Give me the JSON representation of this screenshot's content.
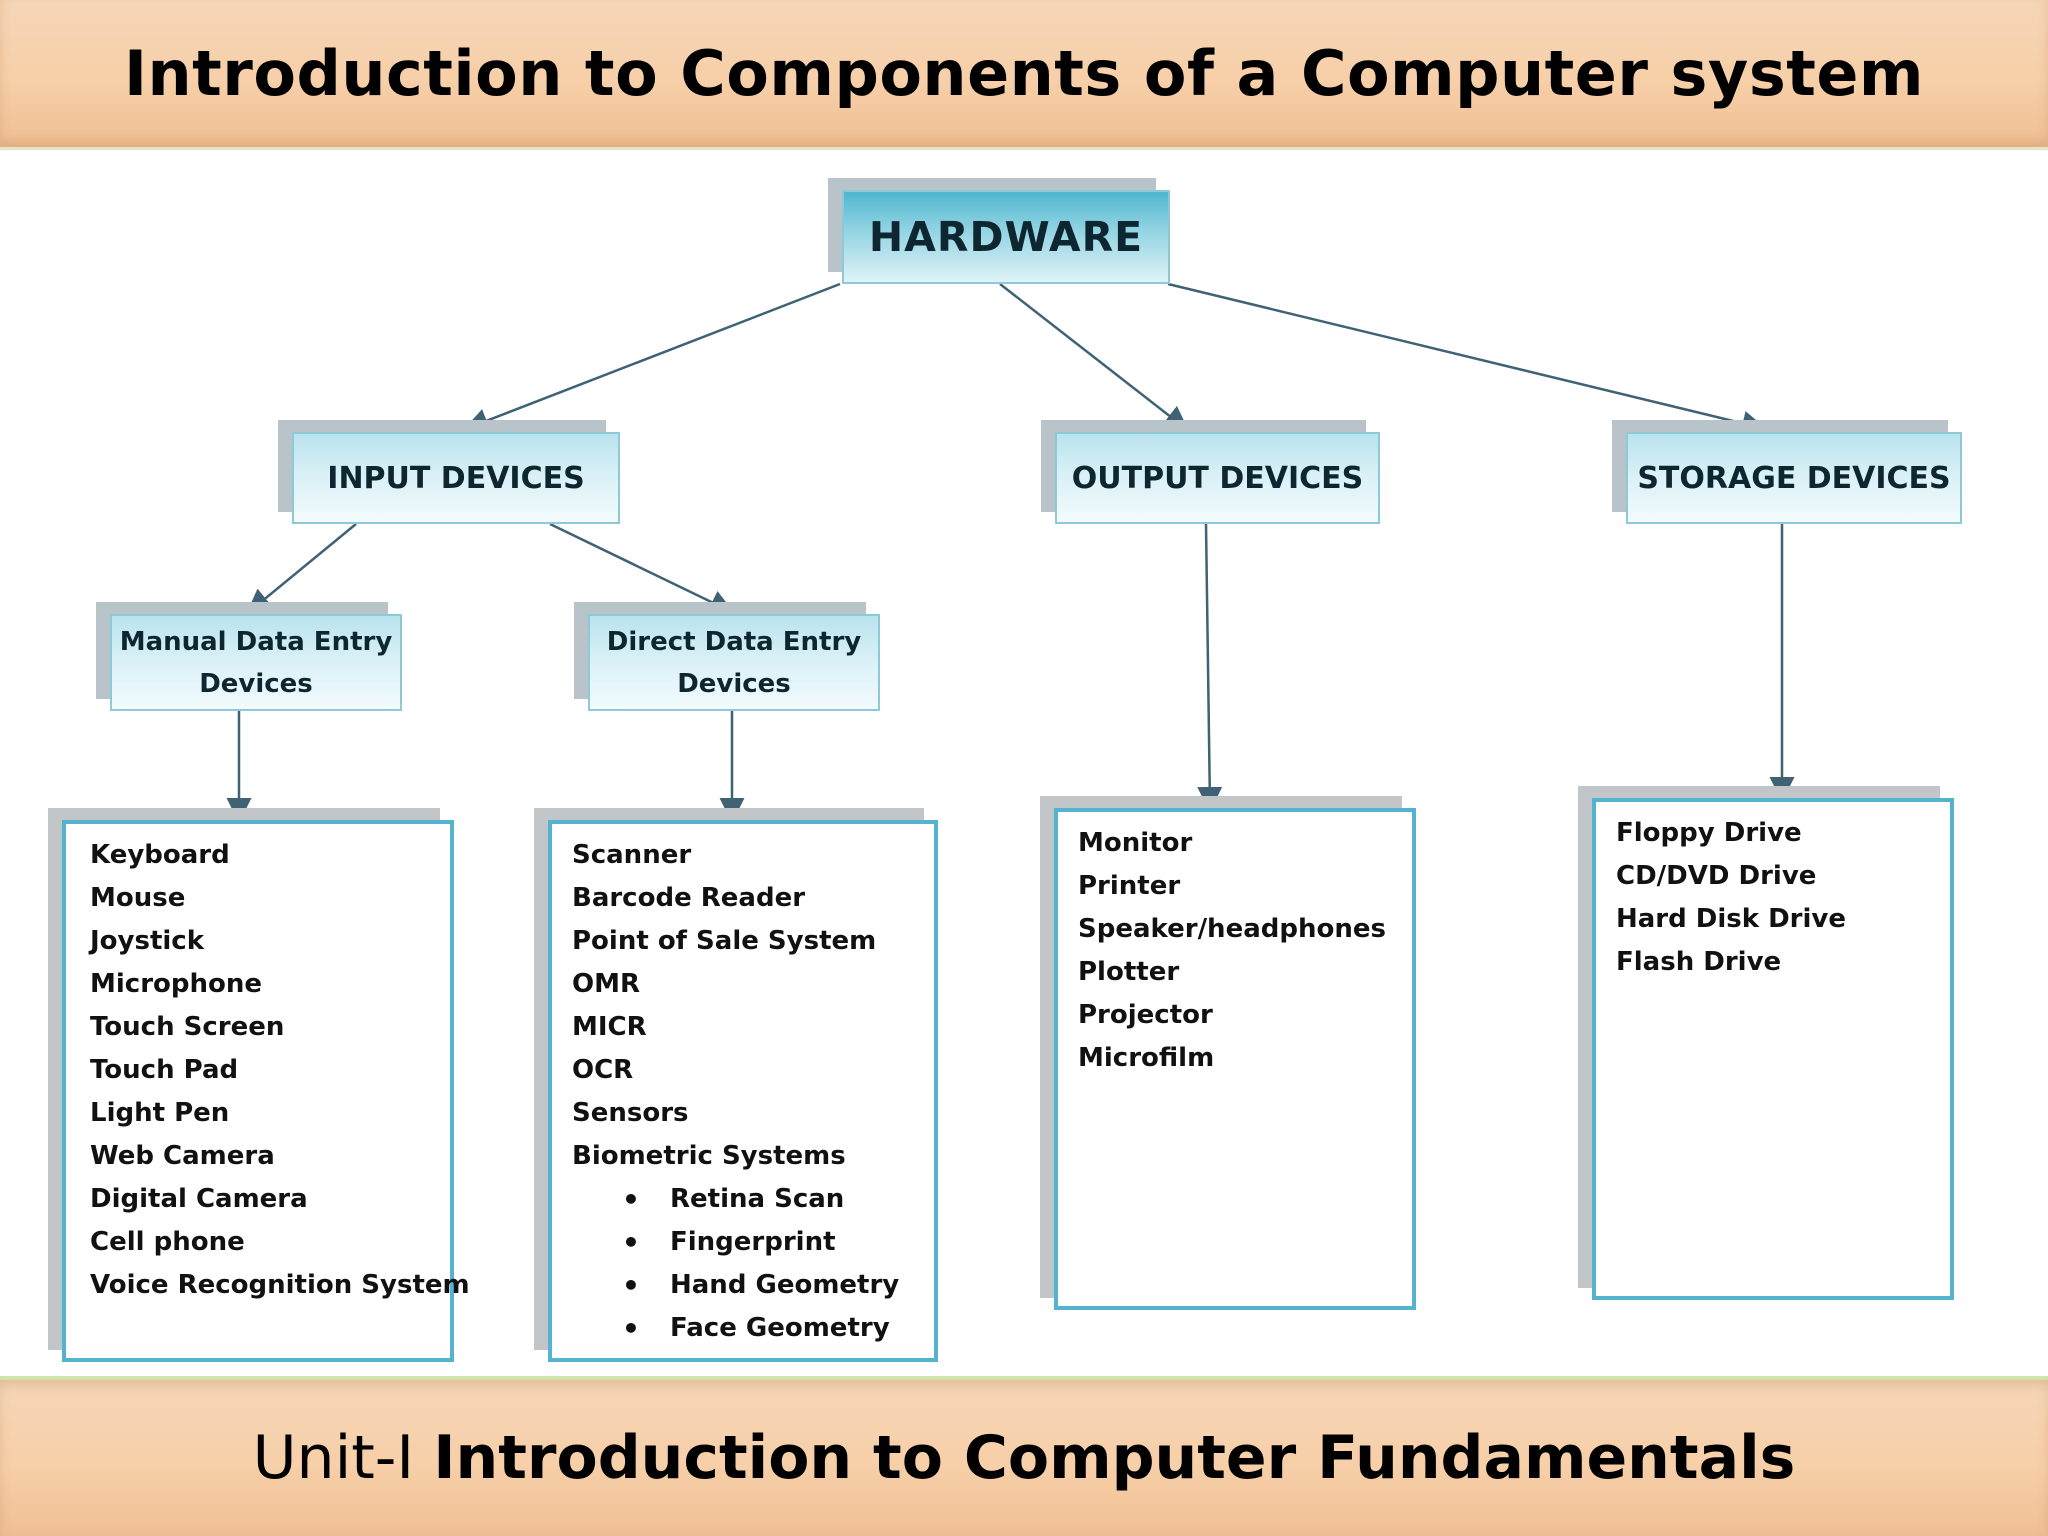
{
  "header": {
    "title": "Introduction to Components of a Computer system"
  },
  "footer": {
    "unit": "Unit-I",
    "subject": "Introduction to Computer Fundamentals"
  },
  "diagram": {
    "root": "HARDWARE",
    "categories": {
      "input": "INPUT DEVICES",
      "output": "OUTPUT DEVICES",
      "storage": "STORAGE DEVICES"
    },
    "subcategories": {
      "manual": {
        "line1": "Manual Data Entry",
        "line2": "Devices"
      },
      "direct": {
        "line1": "Direct Data Entry",
        "line2": "Devices"
      }
    },
    "lists": {
      "manual": [
        "Keyboard",
        "Mouse",
        "Joystick",
        "Microphone",
        "Touch Screen",
        "Touch Pad",
        "Light Pen",
        "Web Camera",
        "Digital Camera",
        "Cell phone",
        "Voice Recognition System"
      ],
      "direct": [
        "Scanner",
        "Barcode Reader",
        "Point of Sale System",
        "OMR",
        "MICR",
        "OCR",
        "Sensors",
        "Biometric Systems"
      ],
      "biometric": [
        "Retina Scan",
        "Fingerprint",
        "Hand Geometry",
        "Face Geometry"
      ],
      "output": [
        "Monitor",
        "Printer",
        "Speaker/headphones",
        "Plotter",
        "Projector",
        "Microfilm"
      ],
      "storage": [
        "Floppy Drive",
        "CD/DVD Drive",
        "Hard Disk Drive",
        "Flash Drive"
      ]
    },
    "colors": {
      "node_dark": "#4fb7cf",
      "node_light": "#dff2f7",
      "list_border": "#55b3cf",
      "connector": "#3f6275",
      "banner": "#f7cfa8"
    }
  }
}
